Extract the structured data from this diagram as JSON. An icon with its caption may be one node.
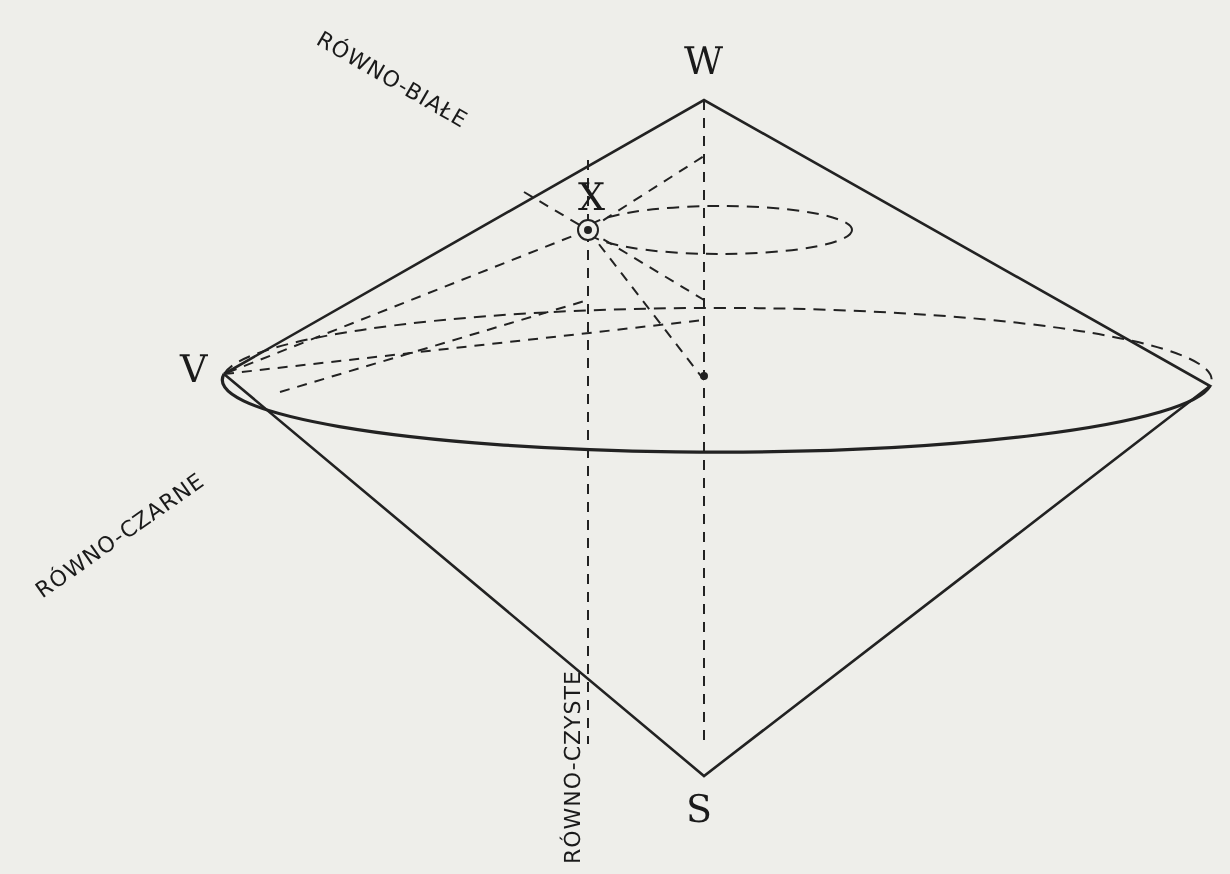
{
  "diagram": {
    "labels": [
      "RÓWNO-BIAŁE",
      "W",
      "X",
      "V",
      "RÓWNO-CZARNE",
      "S",
      "RÓWNO-CZYSTE"
    ]
  }
}
